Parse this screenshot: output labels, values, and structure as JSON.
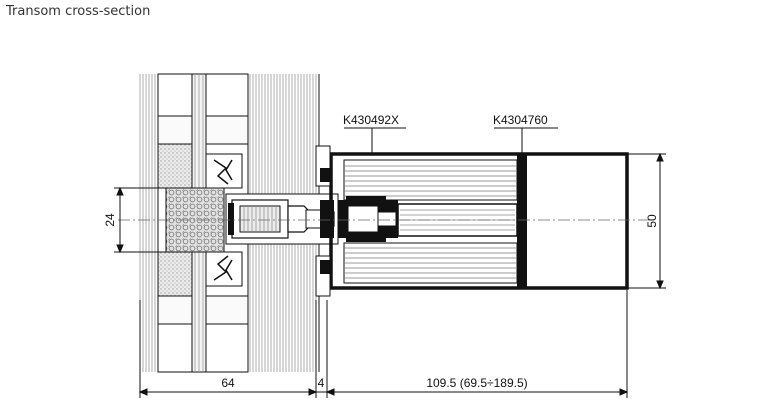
{
  "title": "Transom cross-section",
  "callouts": {
    "left_profile": "K430492X",
    "right_profile": "K4304760"
  },
  "dimensions": {
    "height_left": "24",
    "height_right": "50",
    "width_glazing": "64",
    "width_gap": "4",
    "width_transom": "109.5 (69.5÷189.5)"
  },
  "colors": {
    "line": "#111111",
    "hatch": "#9a9a9a",
    "insulation": "#cfcfcf"
  }
}
